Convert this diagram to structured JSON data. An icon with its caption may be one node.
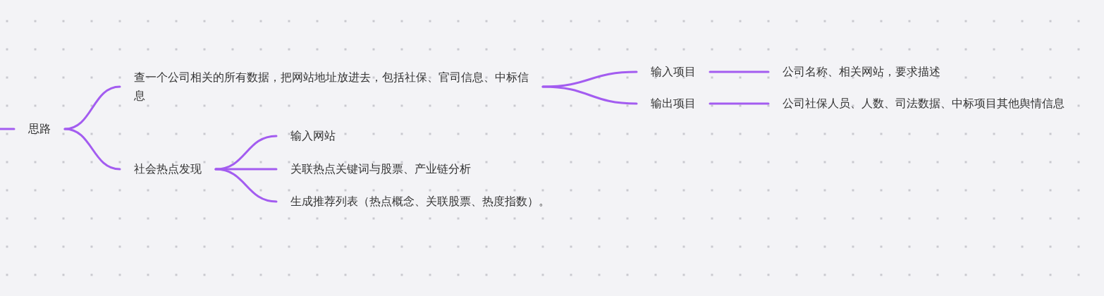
{
  "diagram": {
    "nodes": [
      {
        "text": [
          "思路"
        ]
      },
      {
        "text": [
          "查一个公司相关的所有数据，把网站地址放进去，包括社保、官司信息、中标信息"
        ]
      },
      {
        "text": [
          "社会热点发现"
        ]
      },
      {
        "text": [
          "输入项目"
        ]
      },
      {
        "text": [
          "输出项目"
        ]
      },
      {
        "text": [
          "公司名称、相关网站，要求描述"
        ]
      },
      {
        "text": [
          "公司社保人员、人数、司法数据、中标项目其他舆情信息"
        ]
      },
      {
        "text": [
          "输入网站"
        ]
      },
      {
        "text": [
          "关联热点关键词与股票、产业链分析"
        ]
      },
      {
        "text": [
          "生成推荐列表（热点概念、关联股票、热度指数）。"
        ]
      }
    ],
    "edges": [
      {
        "from": null,
        "to": 0,
        "arrow": "none"
      },
      {
        "from": 0,
        "to": 1,
        "arrow": "none"
      },
      {
        "from": 0,
        "to": 2,
        "arrow": "none"
      },
      {
        "from": 1,
        "to": 3,
        "arrow": "none"
      },
      {
        "from": 1,
        "to": 4,
        "arrow": "none"
      },
      {
        "from": 3,
        "to": 5,
        "arrow": "none"
      },
      {
        "from": 4,
        "to": 6,
        "arrow": "none"
      },
      {
        "from": 2,
        "to": 7,
        "arrow": "none"
      },
      {
        "from": 2,
        "to": 8,
        "arrow": "none"
      },
      {
        "from": 2,
        "to": 9,
        "arrow": "none"
      }
    ]
  }
}
